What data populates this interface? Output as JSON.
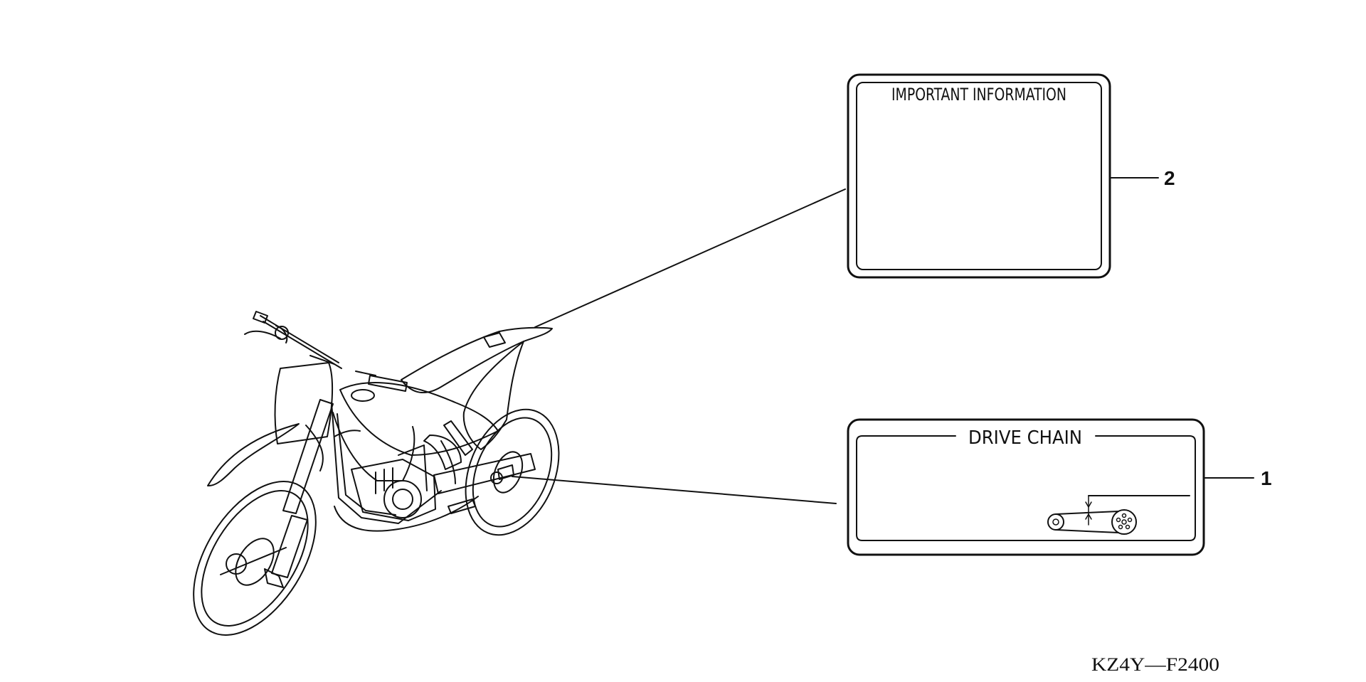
{
  "diagram": {
    "labels": [
      {
        "id": "important-information",
        "callout": "2",
        "title": "IMPORTANT INFORMATION"
      },
      {
        "id": "drive-chain",
        "callout": "1",
        "title": "DRIVE CHAIN"
      }
    ],
    "part_code": "KZ4Y—F2400"
  },
  "colors": {
    "ink": "#111111",
    "background": "#ffffff"
  }
}
